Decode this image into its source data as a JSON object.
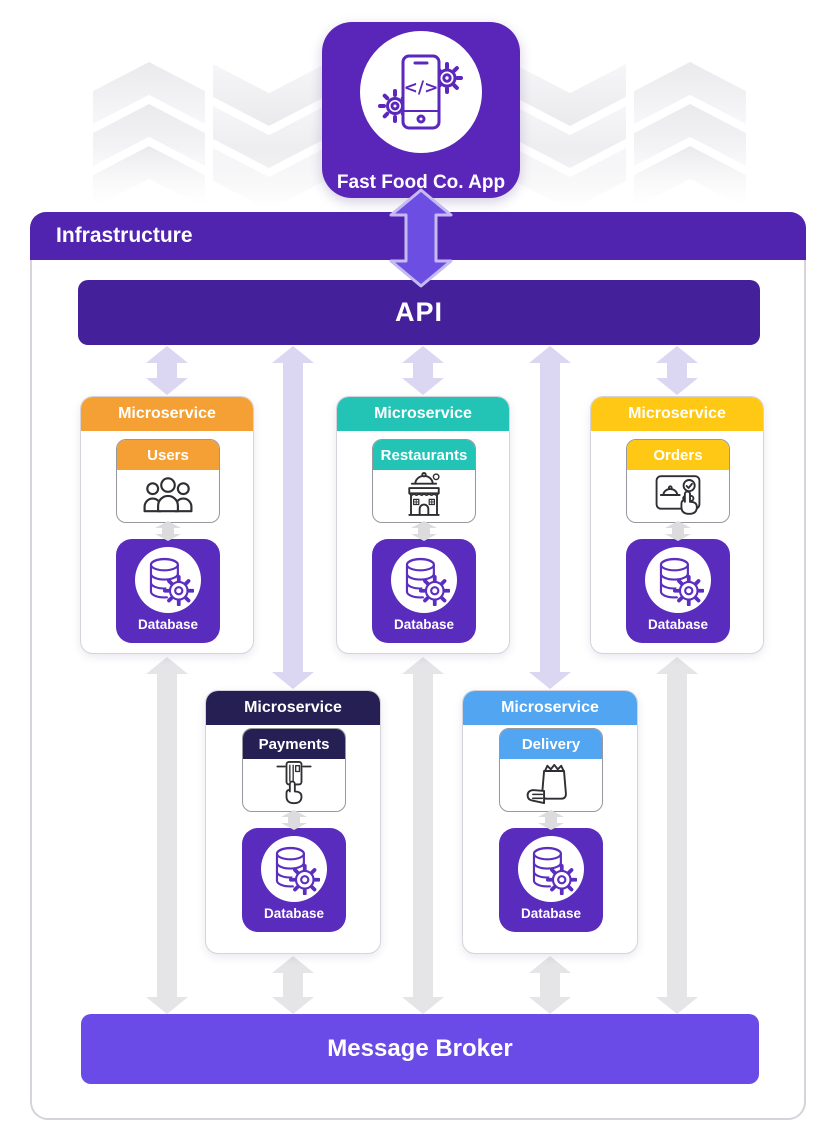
{
  "app": {
    "label": "Fast Food Co. App",
    "icon": "phone-code-icon"
  },
  "infrastructure": {
    "label": "Infrastructure"
  },
  "api": {
    "label": "API"
  },
  "message_broker": {
    "label": "Message Broker"
  },
  "services": [
    {
      "header": "Microservice",
      "name": "Users",
      "db": "Database",
      "color": "#F5A035",
      "icon": "users-icon"
    },
    {
      "header": "Microservice",
      "name": "Restaurants",
      "db": "Database",
      "color": "#23C4B6",
      "icon": "restaurant-icon"
    },
    {
      "header": "Microservice",
      "name": "Orders",
      "db": "Database",
      "color": "#FFC814",
      "icon": "order-tablet-icon"
    },
    {
      "header": "Microservice",
      "name": "Payments",
      "db": "Database",
      "color": "#251F53",
      "icon": "card-payment-icon"
    },
    {
      "header": "Microservice",
      "name": "Delivery",
      "db": "Database",
      "color": "#52A5F0",
      "icon": "delivery-bag-icon"
    }
  ],
  "colors": {
    "app_box": "#5A25B9",
    "infrastructure_bar": "#5124AF",
    "api_bar": "#44209B",
    "database_box": "#5A2CBE",
    "message_broker_bar": "#6A4BE8",
    "big_arrow": "#6D4EE2",
    "lavender_arrow": "#DBD6F2",
    "gray_arrow": "#E5E4E6"
  }
}
